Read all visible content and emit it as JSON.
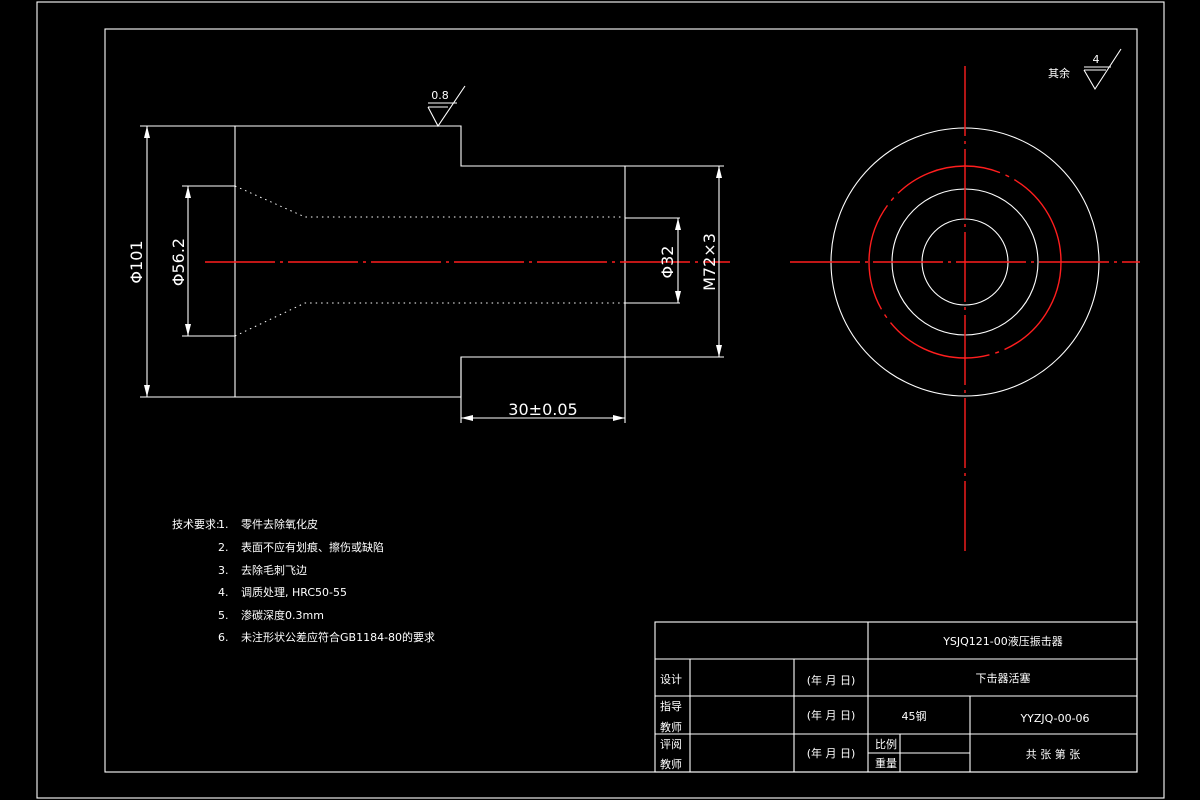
{
  "drawing": {
    "dimensions": {
      "d101": "Φ101",
      "d56": "Φ56.2",
      "d32": "Φ32",
      "m72": "M72×3",
      "len30": "30±0.05"
    },
    "roughness_value": "0.8",
    "roughness_other_label": "其余",
    "roughness_other_value": "4"
  },
  "tech_requirements": {
    "label": "技术要求:",
    "items": [
      {
        "num": "1.",
        "text": "零件去除氧化皮"
      },
      {
        "num": "2.",
        "text": "表面不应有划痕、擦伤或缺陷"
      },
      {
        "num": "3.",
        "text": "去除毛刺飞边"
      },
      {
        "num": "4.",
        "text": "调质处理, HRC50-55"
      },
      {
        "num": "5.",
        "text": "渗碳深度0.3mm"
      },
      {
        "num": "6.",
        "text": "未注形状公差应符合GB1184-80的要求"
      }
    ]
  },
  "title_block": {
    "assembly": "YSJQ121-00液压振击器",
    "part_name": "下击器活塞",
    "material": "45钢",
    "drawing_no": "YYZJQ-00-06",
    "design_label": "设计",
    "guide_label_1": "指导",
    "guide_label_2": "教师",
    "review_label_1": "评阅",
    "review_label_2": "教师",
    "date_label": "(年 月 日)",
    "scale_label": "比例",
    "weight_label": "重量",
    "sheets_label": "共 张 第 张"
  }
}
